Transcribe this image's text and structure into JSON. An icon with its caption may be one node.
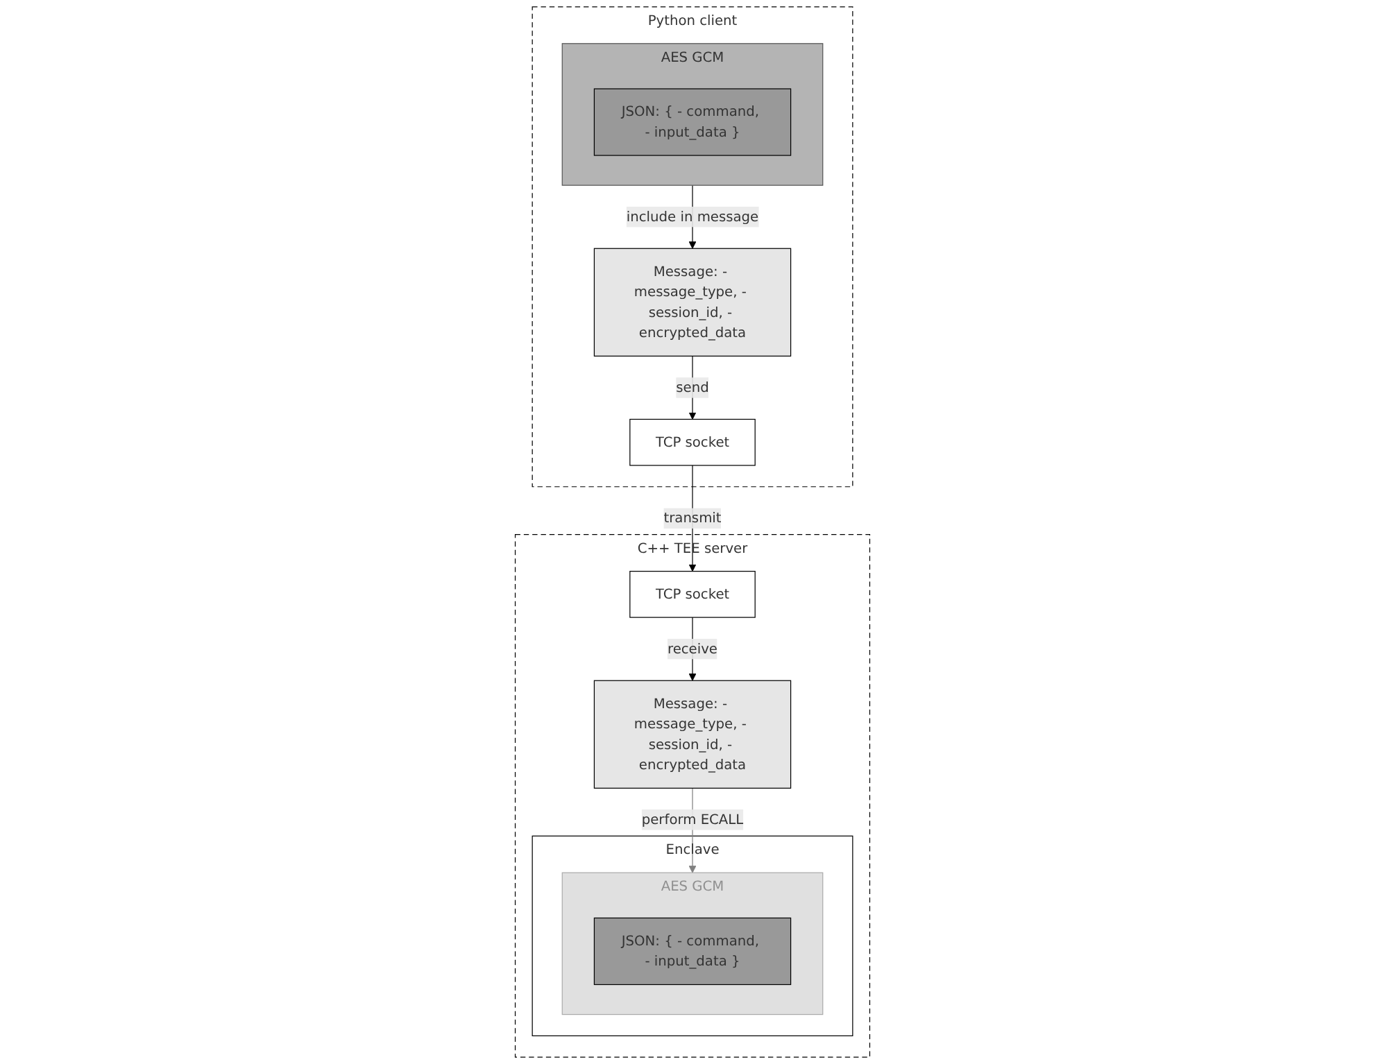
{
  "diagram": {
    "nodes": [
      {
        "text": [
          "Python client"
        ]
      },
      {
        "text": [
          "AES GCM"
        ],
        "in": 0
      },
      {
        "text": [
          "JSON: { - command, - input_data }"
        ],
        "in": 1
      },
      {
        "text": [
          "Message: - message_type, - session_id, - encrypted_data"
        ],
        "in": 0
      },
      {
        "text": [
          "TCP socket"
        ],
        "in": 0
      },
      {
        "text": [
          "C++ TEE server"
        ]
      },
      {
        "text": [
          "Enclave"
        ],
        "in": 5
      },
      {
        "text": [
          "AES GCM"
        ],
        "in": 6
      },
      {
        "text": [
          "JSON: { - command, - input_data }"
        ],
        "in": 7
      },
      {
        "text": [
          "Message: - message_type, - session_id, - encrypted_data"
        ],
        "in": 5
      },
      {
        "text": [
          "TCP socket"
        ],
        "in": 5
      }
    ],
    "edges": [
      {
        "from": 1,
        "to": 3,
        "arrow": "to",
        "label": "include in message"
      },
      {
        "from": 3,
        "to": 4,
        "arrow": "to",
        "label": "send"
      },
      {
        "from": 4,
        "to": 10,
        "arrow": "to",
        "label": "transmit"
      },
      {
        "from": 10,
        "to": 9,
        "arrow": "to",
        "label": "receive"
      },
      {
        "from": 9,
        "to": 7,
        "arrow": "to",
        "label": "perform ECALL",
        "color": "#808080"
      }
    ]
  }
}
